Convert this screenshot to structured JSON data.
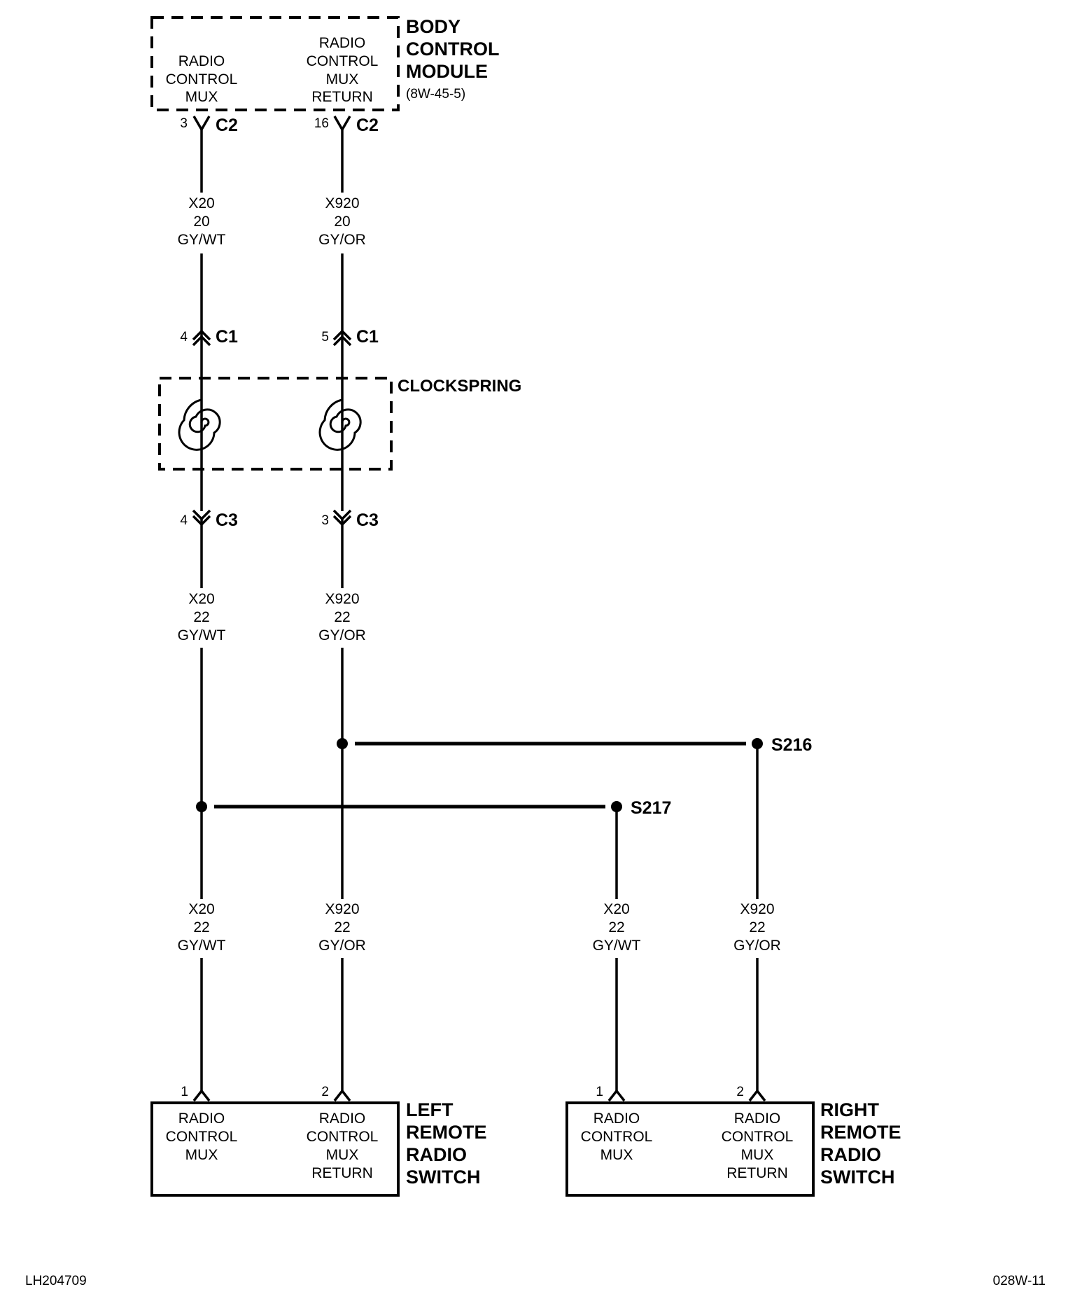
{
  "body_control_module": {
    "title": [
      "BODY",
      "CONTROL",
      "MODULE"
    ],
    "ref": "(8W-45-5)",
    "pin_left": [
      "RADIO",
      "CONTROL",
      "MUX"
    ],
    "pin_right": [
      "RADIO",
      "CONTROL",
      "MUX",
      "RETURN"
    ]
  },
  "connectors": {
    "c2_left": {
      "pin": "3",
      "name": "C2"
    },
    "c2_right": {
      "pin": "16",
      "name": "C2"
    },
    "c1_left": {
      "pin": "4",
      "name": "C1"
    },
    "c1_right": {
      "pin": "5",
      "name": "C1"
    },
    "c3_left": {
      "pin": "4",
      "name": "C3"
    },
    "c3_right": {
      "pin": "3",
      "name": "C3"
    }
  },
  "wires": {
    "upper_left": [
      "X20",
      "20",
      "GY/WT"
    ],
    "upper_right": [
      "X920",
      "20",
      "GY/OR"
    ],
    "middle_left": [
      "X20",
      "22",
      "GY/WT"
    ],
    "middle_right": [
      "X920",
      "22",
      "GY/OR"
    ],
    "lower_1": [
      "X20",
      "22",
      "GY/WT"
    ],
    "lower_2": [
      "X920",
      "22",
      "GY/OR"
    ],
    "lower_3": [
      "X20",
      "22",
      "GY/WT"
    ],
    "lower_4": [
      "X920",
      "22",
      "GY/OR"
    ]
  },
  "clockspring": {
    "label": "CLOCKSPRING"
  },
  "splices": {
    "s216": "S216",
    "s217": "S217"
  },
  "left_switch": {
    "title": [
      "LEFT",
      "REMOTE",
      "RADIO",
      "SWITCH"
    ],
    "pin1": "1",
    "pin2": "2",
    "pin_left": [
      "RADIO",
      "CONTROL",
      "MUX"
    ],
    "pin_right": [
      "RADIO",
      "CONTROL",
      "MUX",
      "RETURN"
    ]
  },
  "right_switch": {
    "title": [
      "RIGHT",
      "REMOTE",
      "RADIO",
      "SWITCH"
    ],
    "pin1": "1",
    "pin2": "2",
    "pin_left": [
      "RADIO",
      "CONTROL",
      "MUX"
    ],
    "pin_right": [
      "RADIO",
      "CONTROL",
      "MUX",
      "RETURN"
    ]
  },
  "footer": {
    "left": "LH204709",
    "right": "028W-11"
  }
}
